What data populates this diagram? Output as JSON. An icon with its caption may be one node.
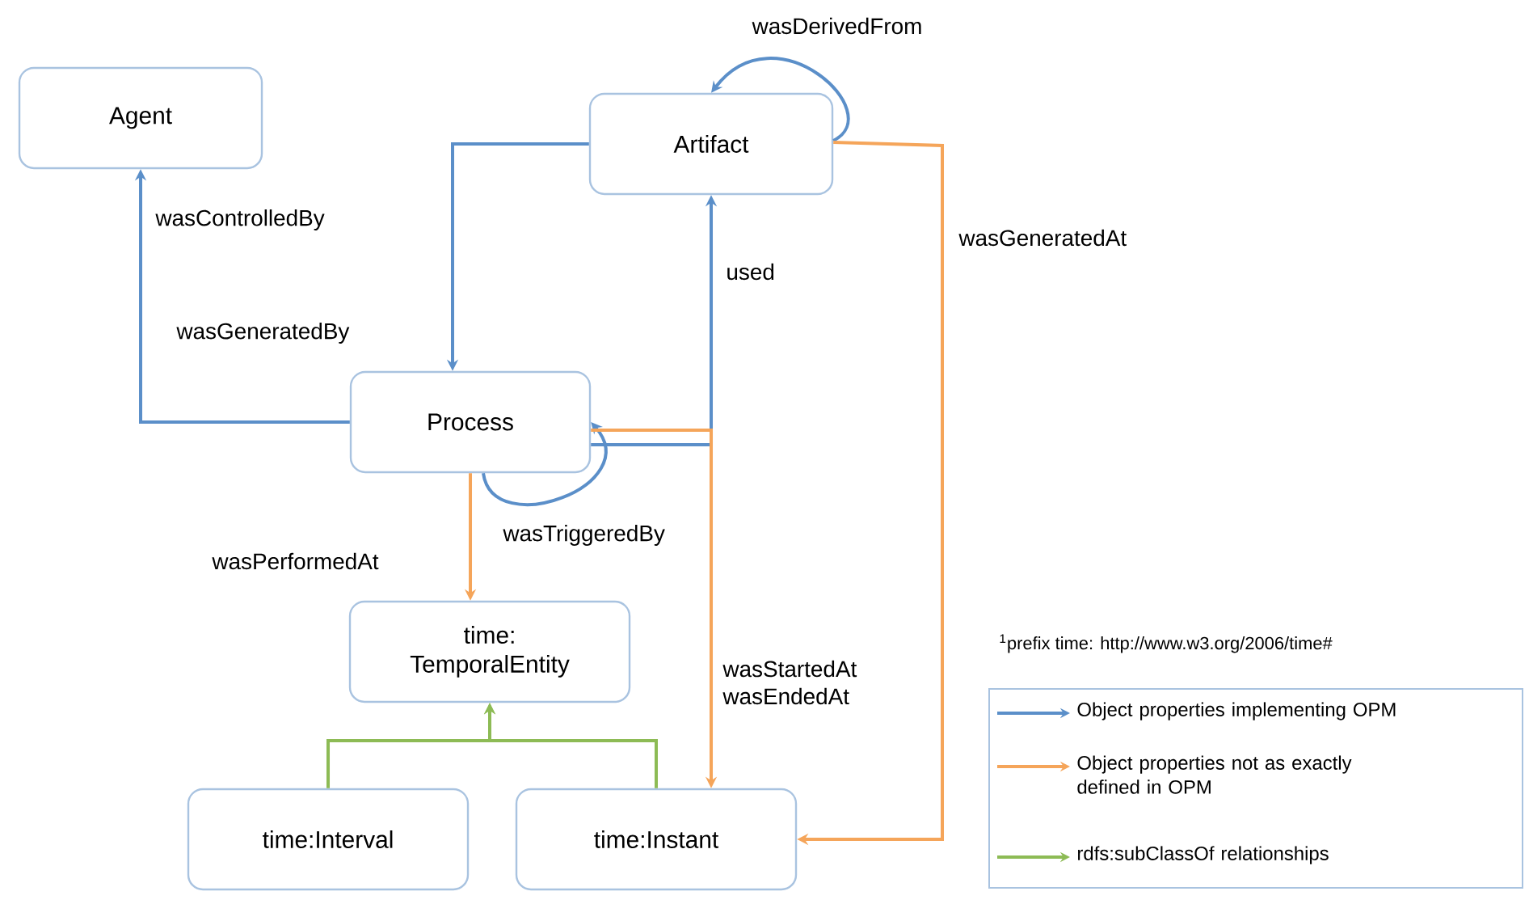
{
  "diagram": {
    "nodes": [
      {
        "text": [
          "Agent"
        ]
      },
      {
        "text": [
          "Artifact"
        ]
      },
      {
        "text": [
          "Process"
        ]
      },
      {
        "text": [
          "time: TemporalEntity"
        ]
      },
      {
        "text": [
          "time:Interval"
        ]
      },
      {
        "text": [
          "time:Instant"
        ]
      }
    ],
    "edges": [
      {
        "from": 2,
        "to": 0,
        "arrow": "to",
        "label": "wasControlledBy"
      },
      {
        "from": 1,
        "to": 2,
        "arrow": "to",
        "label": "wasGeneratedBy"
      },
      {
        "from": 2,
        "to": 1,
        "arrow": "to",
        "label": "used"
      },
      {
        "from": 1,
        "to": 1,
        "arrow": "to",
        "label": "wasDerivedFrom"
      },
      {
        "from": 2,
        "to": 2,
        "arrow": "to",
        "label": "wasTriggeredBy"
      },
      {
        "from": 2,
        "to": 3,
        "arrow": "to",
        "label": "wasPerformedAt",
        "color": "#f5a55a"
      },
      {
        "from": 2,
        "to": 5,
        "arrow": "to",
        "label": "wasStartedAt wasEndedAt",
        "color": "#f5a55a"
      },
      {
        "from": 1,
        "to": 5,
        "arrow": "to",
        "label": "wasGeneratedAt",
        "color": "#f5a55a"
      },
      {
        "from": 4,
        "to": 3,
        "arrow": "to",
        "color": "#8dbb55"
      },
      {
        "from": 5,
        "to": 3,
        "arrow": "to",
        "color": "#8dbb55"
      }
    ],
    "labels": [
      "$^{1}$prefix time: http://www.w3.org/2006/time#"
    ],
    "legend": [
      {
        "text": "Object properties implementing OPM"
      },
      {
        "text": "Object properties not as exactly defined in OPM"
      },
      {
        "text": "rdfs:subClassOf relationships"
      }
    ]
  }
}
